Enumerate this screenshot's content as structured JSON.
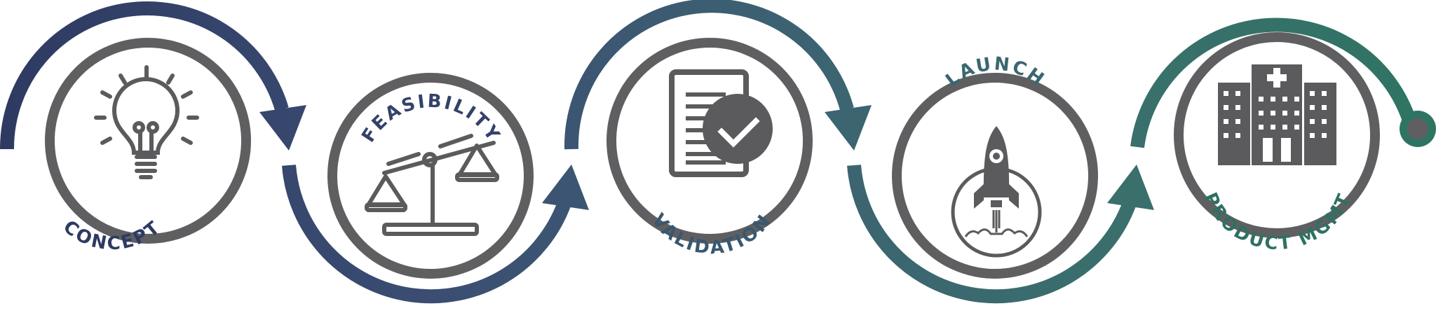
{
  "colors": {
    "background": "#ffffff",
    "ring": "#5f5f61",
    "icon": "#5b5b5d",
    "arrow_gradient": [
      "#2e3a62",
      "#3b4d72",
      "#3c6272",
      "#3a6f6c",
      "#2f7463"
    ],
    "label_1": "#2e3a62",
    "label_2": "#34426a",
    "label_3": "#395770",
    "label_4": "#3a676f",
    "label_5": "#2f7062",
    "end_dot": "#2f7463"
  },
  "stages": [
    {
      "label": "CONCEPT",
      "icon": "lightbulb-icon"
    },
    {
      "label": "FEASIBILITY",
      "icon": "balance-scale-icon"
    },
    {
      "label": "VALIDATION",
      "icon": "checked-document-icon"
    },
    {
      "label": "LAUNCH",
      "icon": "rocket-icon"
    },
    {
      "label": "PRODUCT MGMT",
      "icon": "building-icon"
    }
  ]
}
